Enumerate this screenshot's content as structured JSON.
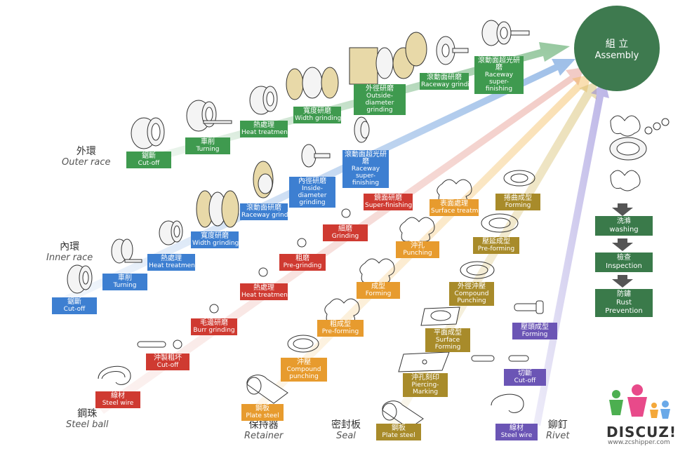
{
  "colors": {
    "green": "#3f9a4f",
    "blue": "#3d7fd1",
    "red": "#cf3a31",
    "orange": "#e79b2e",
    "olive": "#a88b2a",
    "purple": "#6b55b5",
    "assembly": "#3e7a4f",
    "step": "#3a7a4a"
  },
  "assembly": {
    "zh": "組 立",
    "en": "Assembly"
  },
  "categories": [
    {
      "id": "outer",
      "zh": "外環",
      "en": "Outer race"
    },
    {
      "id": "inner",
      "zh": "內環",
      "en": "Inner race"
    },
    {
      "id": "ball",
      "zh": "鋼珠",
      "en": "Steel ball"
    },
    {
      "id": "retainer",
      "zh": "保持器",
      "en": "Retainer"
    },
    {
      "id": "seal",
      "zh": "密封板",
      "en": "Seal"
    },
    {
      "id": "rivet",
      "zh": "鉚釘",
      "en": "Rivet"
    }
  ],
  "outer_steps": [
    {
      "zh": "鋸斷",
      "en": "Cut-off"
    },
    {
      "zh": "車削",
      "en": "Turning"
    },
    {
      "zh": "熱處理",
      "en": "Heat treatment"
    },
    {
      "zh": "寬度研磨",
      "en": "Width grinding"
    },
    {
      "zh": "外徑研磨",
      "en": "Outside-diameter grinding"
    },
    {
      "zh": "滾動面研磨",
      "en": "Raceway grinding"
    },
    {
      "zh": "滾動面超光研磨",
      "en": "Raceway super-finishing"
    }
  ],
  "inner_steps": [
    {
      "zh": "鋸斷",
      "en": "Cut-off"
    },
    {
      "zh": "車削",
      "en": "Turning"
    },
    {
      "zh": "熱處理",
      "en": "Heat treatment"
    },
    {
      "zh": "寬度研磨",
      "en": "Width grinding"
    },
    {
      "zh": "滾動面研磨",
      "en": "Raceway grinding"
    },
    {
      "zh": "內徑研磨",
      "en": "Inside-diameter grinding"
    },
    {
      "zh": "滾動面超光研磨",
      "en": "Raceway super-finishing"
    }
  ],
  "ball_steps": [
    {
      "zh": "線材",
      "en": "Steel wire"
    },
    {
      "zh": "沖製粗坏",
      "en": "Cut-off"
    },
    {
      "zh": "毛邊研磨",
      "en": "Burr grinding"
    },
    {
      "zh": "熱處理",
      "en": "Heat treatment"
    },
    {
      "zh": "粗磨",
      "en": "Pre-grinding"
    },
    {
      "zh": "細磨",
      "en": "Grinding"
    },
    {
      "zh": "鏡面研磨",
      "en": "Super-finishing"
    }
  ],
  "retainer_steps": [
    {
      "zh": "鋼板",
      "en": "Plate steel"
    },
    {
      "zh": "沖壓",
      "en": "Compound punching"
    },
    {
      "zh": "粗成型",
      "en": "Pre-forming"
    },
    {
      "zh": "成型",
      "en": "Forming"
    },
    {
      "zh": "沖孔",
      "en": "Punching"
    },
    {
      "zh": "表面處理",
      "en": "Surface treatment"
    }
  ],
  "seal_steps": [
    {
      "zh": "鋼板",
      "en": "Plate steel"
    },
    {
      "zh": "沖孔刻印",
      "en": "Piercing-Marking"
    },
    {
      "zh": "平面成型",
      "en": "Surface Forming"
    },
    {
      "zh": "外徑沖壓",
      "en": "Compound Punching"
    },
    {
      "zh": "壓延成型",
      "en": "Pre-forming"
    },
    {
      "zh": "捲曲成型",
      "en": "Forming"
    }
  ],
  "rivet_steps": [
    {
      "zh": "線材",
      "en": "Steel wire"
    },
    {
      "zh": "切斷",
      "en": "Cut-off"
    },
    {
      "zh": "壓頭成型",
      "en": "Forming"
    }
  ],
  "final_steps": [
    {
      "zh": "洗滌",
      "en": "washing"
    },
    {
      "zh": "檢查",
      "en": "Inspection"
    },
    {
      "zh": "防鏽",
      "en": "Rust Prevention"
    }
  ],
  "watermark": {
    "text": "DISCUZ!",
    "url": "www.zcshipper.com"
  }
}
